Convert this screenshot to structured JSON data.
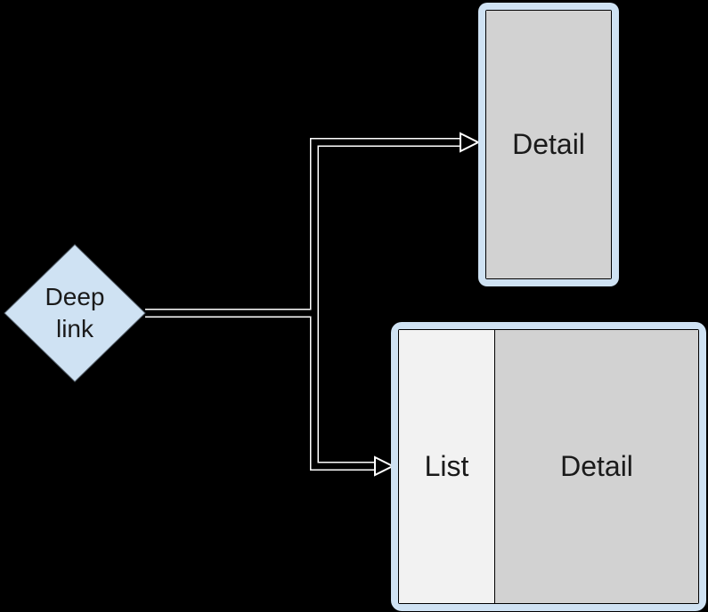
{
  "diagram": {
    "deep_link": {
      "label": "Deep link",
      "shape": "diamond"
    },
    "phone": {
      "detail_label": "Detail"
    },
    "tablet": {
      "list_label": "List",
      "detail_label": "Detail"
    },
    "icons": {
      "arrowhead": "hollow-right-arrow",
      "connector_style": "double-line-tube"
    },
    "colors": {
      "background": "#000000",
      "connector": "#ffffff",
      "container_blue": "#cfe2f3",
      "detail_gray": "#d2d2d2",
      "list_light": "#f2f2f2",
      "text": "#1a1a1a"
    }
  }
}
